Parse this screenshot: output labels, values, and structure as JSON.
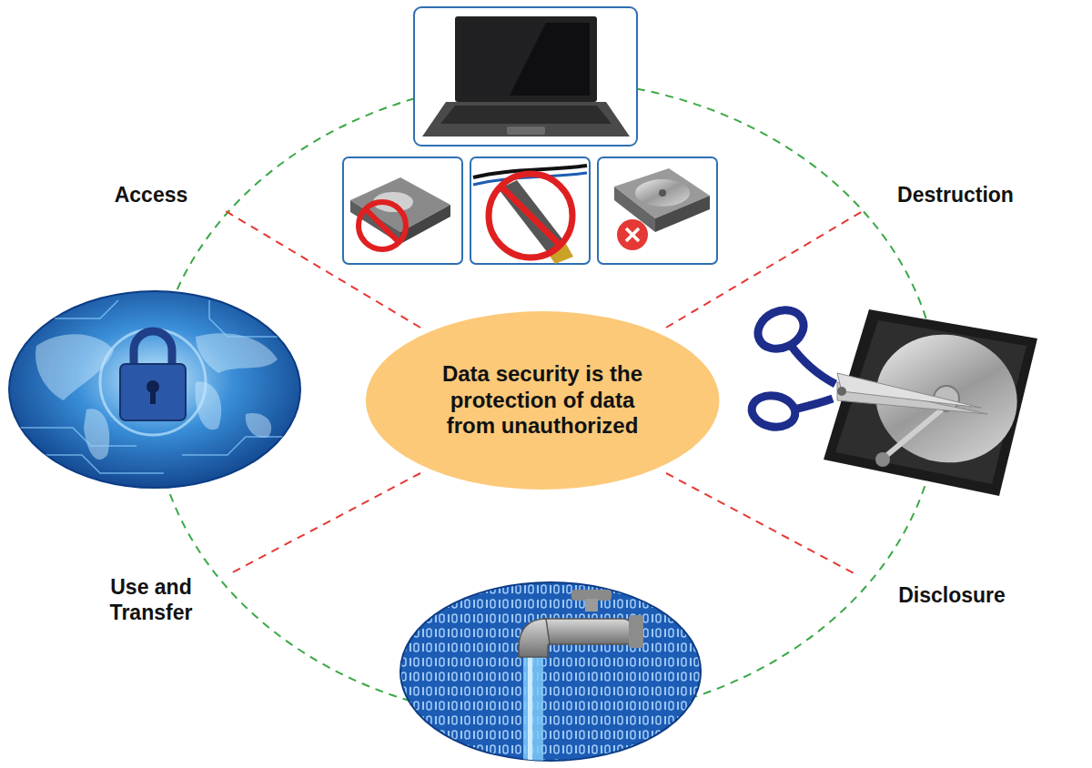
{
  "diagram": {
    "nodes": [
      {
        "text": [
          "Data security is the protection of data from unauthorized"
        ]
      }
    ],
    "labels": [
      "Access",
      "Destruction",
      "Use and Transfer",
      "Disclosure"
    ]
  }
}
